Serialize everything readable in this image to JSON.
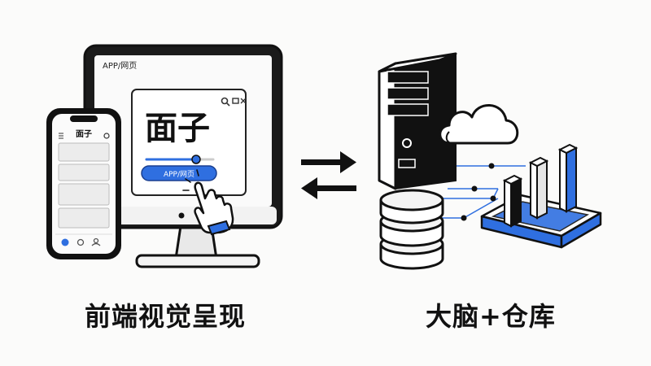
{
  "monitor": {
    "titlebar_text": "APP/网页",
    "headline": "面子",
    "button_label": "APP/网页"
  },
  "phone": {
    "header_text": "面子"
  },
  "captions": {
    "left": "前端视觉呈现",
    "right": "大脑+仓库"
  },
  "colors": {
    "accent_blue": "#2f6fe0",
    "ink": "#111111",
    "light_panel": "#f1f1f1"
  },
  "icons": [
    "phone-icon",
    "monitor-icon",
    "hand-cursor-icon",
    "exchange-arrows-icon",
    "server-tower-icon",
    "cloud-icon",
    "database-icon",
    "bar-chart-platform-icon"
  ]
}
